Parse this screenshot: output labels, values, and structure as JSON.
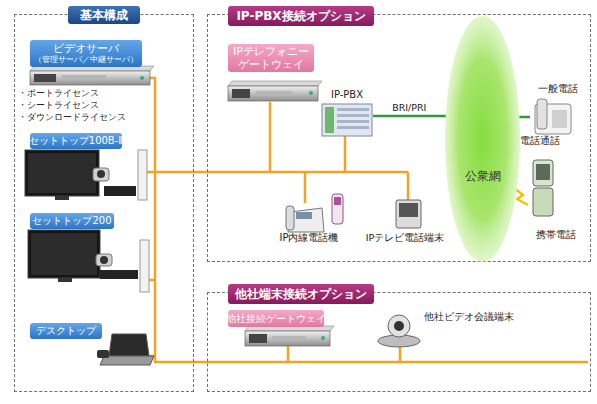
{
  "diagram": {
    "nodes": [
      {
        "text": [
          "基本構成"
        ]
      },
      {
        "text": [
          "ビデオサーバ",
          "（管理サーバ／中継サーバ）"
        ],
        "in": 0
      },
      {
        "text": [
          "セットトップ100B-Ⅱ"
        ],
        "in": 0
      },
      {
        "text": [
          "セットトップ200"
        ],
        "in": 0
      },
      {
        "text": [
          "デスクトップ"
        ],
        "in": 0
      },
      {
        "text": [
          "IP-PBX接続オプション"
        ]
      },
      {
        "text": [
          "IPテレフォニー ゲートウェイ"
        ],
        "in": 5
      },
      {
        "text": [
          "IP-PBX"
        ],
        "in": 5
      },
      {
        "text": [
          "IP内線電話機"
        ],
        "in": 5
      },
      {
        "text": [
          "IPテレビ電話端末"
        ],
        "in": 5
      },
      {
        "text": [
          "公衆網"
        ],
        "in": 5
      },
      {
        "text": [
          "一般電話"
        ],
        "in": 5
      },
      {
        "text": [
          "携帯電話"
        ],
        "in": 5
      },
      {
        "text": [
          "他社端末接続オプション"
        ]
      },
      {
        "text": [
          "他社接続ゲートウェイ"
        ],
        "in": 13
      },
      {
        "text": [
          "他社ビデオ会議端末"
        ],
        "in": 13
      }
    ],
    "edges": [
      {
        "from": 7,
        "to": 10,
        "arrow": "none",
        "label": "BRI/PRI"
      },
      {
        "from": 10,
        "to": 11,
        "arrow": "none"
      },
      {
        "from": 10,
        "to": 12,
        "arrow": "none"
      }
    ],
    "labels": [
      "・ポートライセンス",
      "・シートライセンス",
      "・ダウンロードライセンス",
      "電話通話"
    ]
  }
}
